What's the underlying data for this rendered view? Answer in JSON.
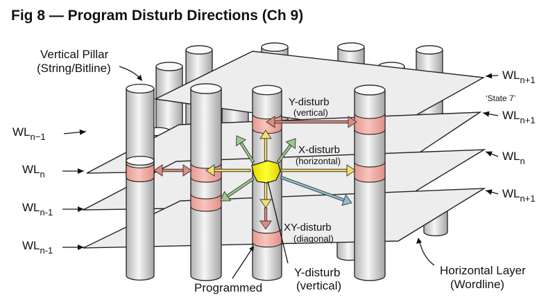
{
  "title": "Fig 8 — Program Disturb Directions (Ch 9)",
  "colors": {
    "layer_fill": "#ededed",
    "layer_stroke": "#222222",
    "pillar_light": "#f6f6f6",
    "pillar_dark": "#a9a9a9",
    "disturbed_cell": "#f2b0a8",
    "programmed_cell": "#ffee00",
    "arrow_red": "#e08a80",
    "arrow_yellow": "#f5de6a",
    "arrow_green": "#9cc98a",
    "arrow_blue": "#8cbcd2"
  },
  "callouts": {
    "pillar_line1": "Vertical Pillar",
    "pillar_line2": "(String/Bitline)",
    "layer_line1": "Horizontal Layer",
    "layer_line2": "(Wordline)",
    "programmed": "Programmed",
    "state_note": "‘State 7’"
  },
  "disturb_labels": {
    "y_top_line1": "Y-disturb",
    "y_top_line2": "(vertical)",
    "x_line1": "X-disturb",
    "x_line2": "(horizontal)",
    "xy_line1": "XY-disturb",
    "xy_line2": "(diagonal)",
    "y_bottom_line1": "Y-disturb",
    "y_bottom_line2": "(vertical)"
  },
  "left_labels": [
    {
      "base": "WL",
      "sub": "n−1"
    },
    {
      "base": "WL",
      "sub": "n"
    },
    {
      "base": "WL",
      "sub": "n-1"
    },
    {
      "base": "WL",
      "sub": "n-1"
    }
  ],
  "right_labels": [
    {
      "base": "WL",
      "sub": "n+1"
    },
    {
      "base": "WL",
      "sub": "n+1"
    },
    {
      "base": "WL",
      "sub": "n"
    },
    {
      "base": "WL",
      "sub": "n+1"
    }
  ]
}
